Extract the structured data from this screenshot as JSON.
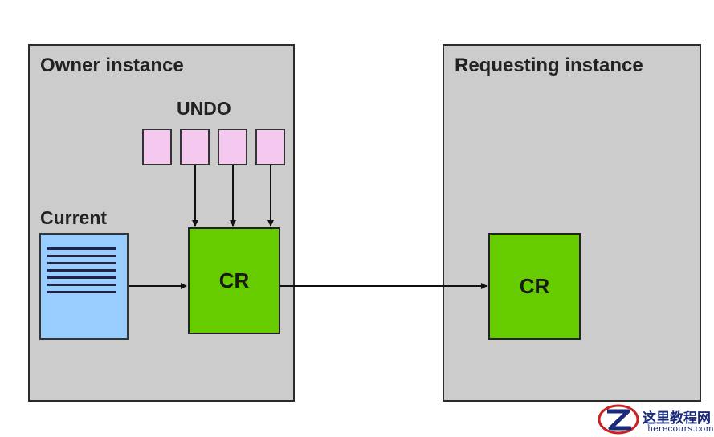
{
  "owner": {
    "title": "Owner instance",
    "undo_label": "UNDO",
    "current_label": "Current",
    "cr_label": "CR"
  },
  "requesting": {
    "title": "Requesting instance",
    "cr_label": "CR"
  },
  "watermark": {
    "title": "这里教程网",
    "subtitle": "herecours.com"
  }
}
